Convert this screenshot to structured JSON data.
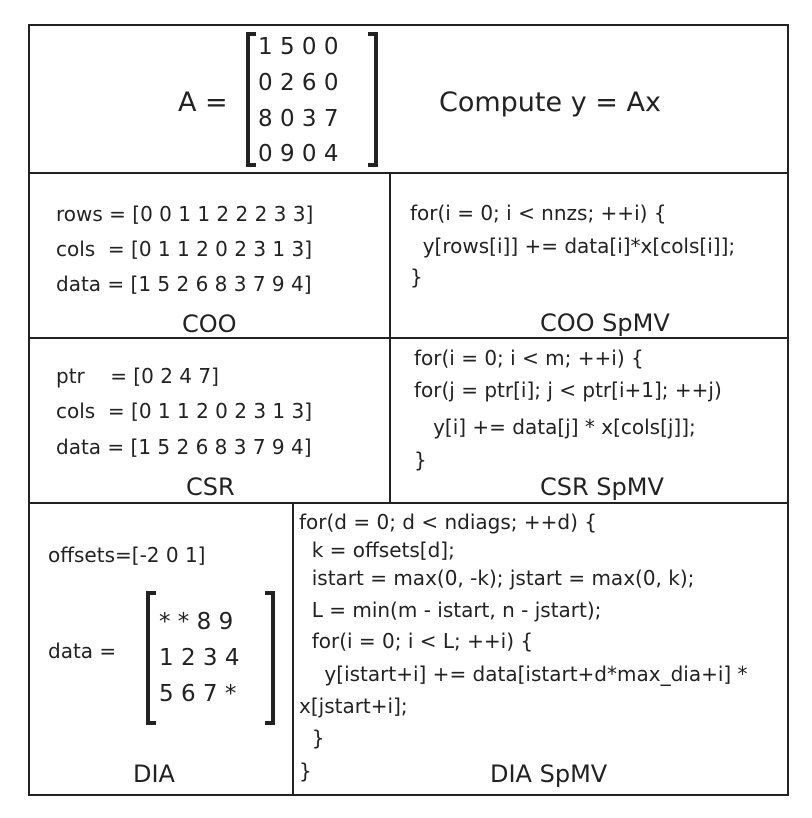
{
  "top": {
    "a_label": "A =",
    "matrix_rows": [
      "1 5 0 0",
      "0 2 6 0",
      "8 0 3 7",
      "0 9 0 4"
    ],
    "compute": "Compute y = Ax"
  },
  "coo": {
    "lines": [
      "rows = [0 0 1 1 2 2 2 3 3]",
      "cols  = [0 1 1 2 0 2 3 1 3]",
      "data = [1 5 2 6 8 3 7 9 4]"
    ],
    "label": "COO",
    "code": [
      "for(i = 0; i < nnzs; ++i) {",
      "  y[rows[i]] += data[i]*x[cols[i]];",
      "}"
    ],
    "code_label": "COO SpMV"
  },
  "csr": {
    "lines": [
      "ptr    = [0 2 4 7]",
      "cols  = [0 1 1 2 0 2 3 1 3]",
      "data = [1 5 2 6 8 3 7 9 4]"
    ],
    "label": "CSR",
    "code": [
      "for(i = 0; i < m; ++i) {",
      "for(j = ptr[i]; j < ptr[i+1]; ++j)",
      "   y[i] += data[j] * x[cols[j]];",
      "}"
    ],
    "code_label": "CSR SpMV"
  },
  "dia": {
    "offsets": "offsets=[-2 0 1]",
    "data_label": "data =",
    "matrix_rows": [
      "* * 8 9",
      "1 2 3 4",
      "5 6 7 *"
    ],
    "label": "DIA",
    "code": [
      "for(d = 0; d < ndiags; ++d) {",
      "  k = offsets[d];",
      "  istart = max(0, -k); jstart = max(0, k);",
      "  L = min(m - istart, n - jstart);",
      "  for(i = 0; i < L; ++i) {",
      "    y[istart+i] += data[istart+d*max_dia+i] *",
      "x[jstart+i];",
      "  }",
      "}"
    ],
    "code_label": "DIA SpMV"
  }
}
